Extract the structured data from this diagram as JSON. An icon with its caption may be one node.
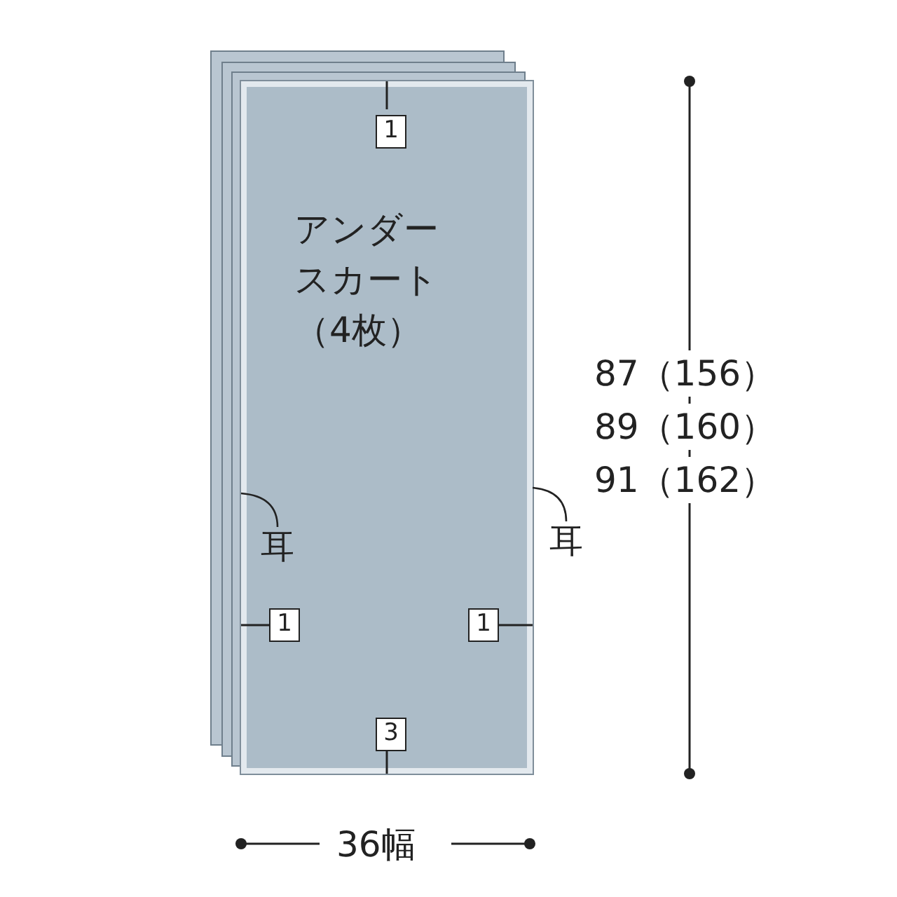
{
  "diagram": {
    "nodes": [
      {
        "text": [
          "アンダースカート（4枚）"
        ]
      },
      {
        "text": [
          "1"
        ],
        "in": 0
      },
      {
        "text": [
          "1"
        ],
        "in": 0
      },
      {
        "text": [
          "1"
        ],
        "in": 0
      },
      {
        "text": [
          "3"
        ],
        "in": 0
      },
      {
        "text": [
          "耳"
        ],
        "in": 0
      },
      {
        "text": [
          "耳"
        ]
      }
    ],
    "edges": [
      {
        "from": 5,
        "to": 0,
        "arrow": "none"
      },
      {
        "from": 6,
        "to": 0,
        "arrow": "none"
      }
    ],
    "labels": [
      "87（156）",
      "89（160）",
      "91（162）",
      "36幅"
    ]
  }
}
